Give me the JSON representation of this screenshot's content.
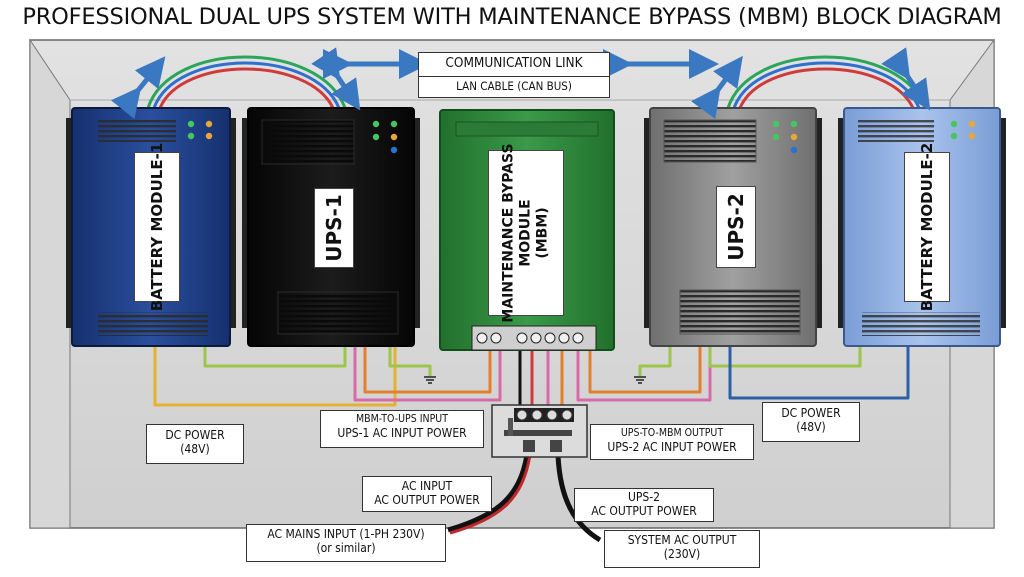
{
  "title": "PROFESSIONAL DUAL UPS SYSTEM WITH MAINTENANCE BYPASS (MBM) BLOCK DIAGRAM",
  "modules": {
    "battery1": "BATTERY MODULE-1",
    "ups1": "UPS-1",
    "mbm": [
      "MAINTENANCE BYPASS",
      "MODULE",
      "(MBM)"
    ],
    "ups2": "UPS-2",
    "battery2": "BATTERY MODULE-2"
  },
  "labels": {
    "comm_link": "COMMUNICATION LINK",
    "lan_cable": "LAN CABLE (CAN BUS)",
    "dc_power_left": [
      "DC POWER",
      "(48V)"
    ],
    "dc_power_right": [
      "DC POWER",
      "(48V)"
    ],
    "mbm_to_ups": [
      "MBM-TO-UPS INPUT",
      "UPS-1 AC INPUT POWER"
    ],
    "ups_to_mbm": [
      "UPS-TO-MBM OUTPUT",
      "UPS-2 AC INPUT POWER"
    ],
    "ac_input": [
      "AC INPUT",
      "AC OUTPUT POWER"
    ],
    "ups2_output": [
      "UPS-2",
      "AC OUTPUT POWER"
    ],
    "ac_mains": [
      "AC MAINS INPUT (1-PH 230V)",
      "(or similar)"
    ],
    "system_output": [
      "SYSTEM AC OUTPUT",
      "(230V)"
    ]
  },
  "colors": {
    "battery1": "#1f3f8c",
    "ups1": "#0d0d0d",
    "mbm": "#2f8a3c",
    "ups2": "#8a8a8a",
    "battery2": "#8fb0e3",
    "arrow": "#3a78c2",
    "wire_yellow": "#e4b230",
    "wire_green": "#9bc64a",
    "wire_pink": "#d86aa8",
    "wire_orange": "#e2802e",
    "wire_blue": "#2d5fa8",
    "wire_red": "#c0282a"
  }
}
